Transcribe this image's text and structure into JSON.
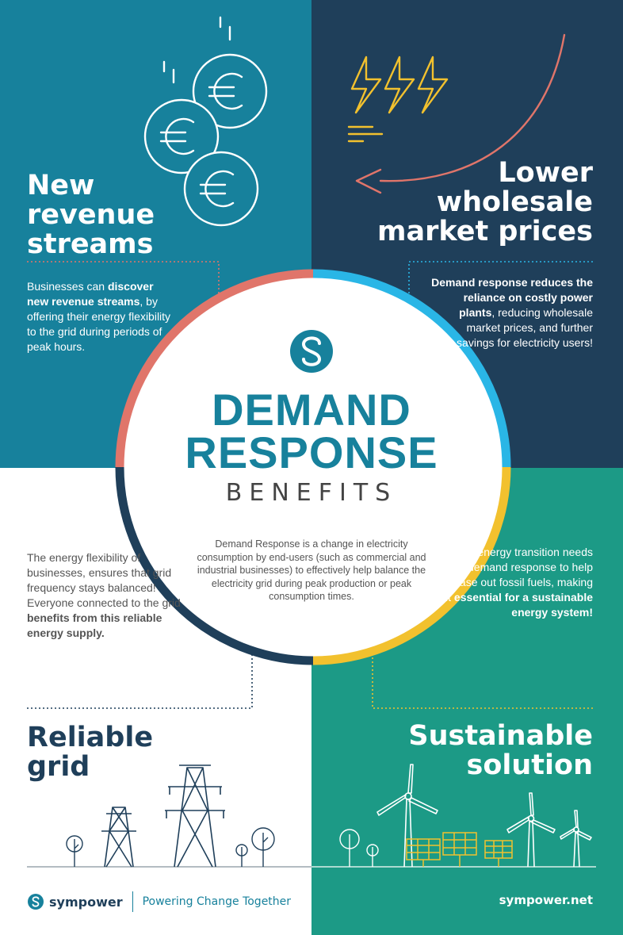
{
  "colors": {
    "teal": "#17819c",
    "navy": "#1f3f5a",
    "green": "#1c9a86",
    "coral": "#e0756a",
    "sky": "#2ab6e6",
    "yellow": "#f2c12e",
    "white": "#ffffff"
  },
  "center": {
    "title_line1": "DEMAND",
    "title_line2": "RESPONSE",
    "subtitle": "BENEFITS",
    "description": "Demand Response is a change in electricity consumption by end-users (such as commercial and industrial businesses) to effectively help balance the electricity grid during peak production or peak consumption times."
  },
  "sections": {
    "revenue": {
      "heading": [
        "New",
        "revenue",
        "streams"
      ],
      "text": [
        "Businesses can ",
        "discover new revenue streams",
        ", by offering their energy flexibility to the grid during periods of peak hours."
      ]
    },
    "prices": {
      "heading": [
        "Lower",
        "wholesale",
        "market prices"
      ],
      "text": [
        "Demand response reduces the reliance on costly power plants",
        ", reducing wholesale market prices, and further savings for electricity users!"
      ]
    },
    "grid": {
      "heading": [
        "Reliable",
        "grid"
      ],
      "text": [
        "The energy flexibility of businesses, ensures that grid frequency stays balanced! Everyone connected to the grid ",
        "benefits from this reliable energy supply."
      ]
    },
    "sustainable": {
      "heading": [
        "Sustainable",
        "solution"
      ],
      "text": [
        "The energy transition needs demand response to help phase out fossil fuels, making it ",
        "essential for a sustainable energy system!"
      ]
    }
  },
  "footer": {
    "logo_text": "sympower",
    "tagline": "Powering Change Together",
    "url": "sympower.net"
  },
  "icons": [
    "euro-coin-icon",
    "lightning-bolt-icon",
    "power-pylon-icon",
    "wind-turbine-icon",
    "solar-panel-icon",
    "tree-icon",
    "sympower-logo-icon"
  ]
}
